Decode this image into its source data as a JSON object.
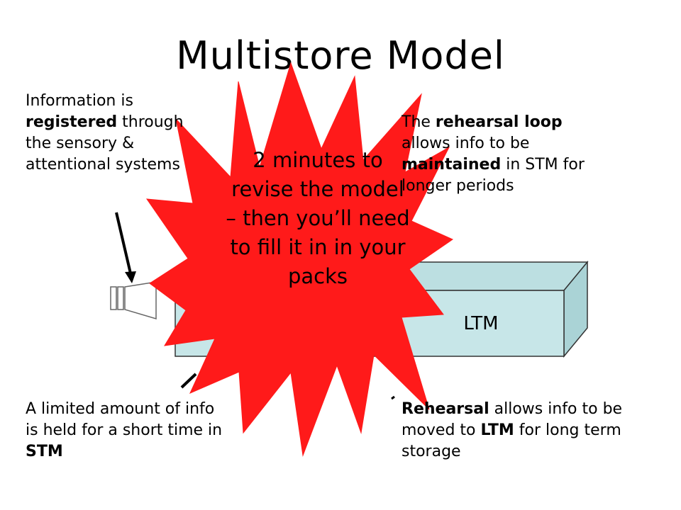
{
  "slide": {
    "title": "Multistore Model"
  },
  "diagram": {
    "ltm_label": "LTM"
  },
  "notes": {
    "top_left": {
      "t1": "Information is",
      "b1": "registered",
      "t2": "through the sensory & attentional systems"
    },
    "top_right": {
      "t1": "The",
      "b1": "rehearsal loop",
      "t2": "allows info to be",
      "b2": "maintained",
      "t3": "in STM for longer periods"
    },
    "bottom_left": {
      "t1": "A limited amount of info is held for a short time in",
      "b1": "STM"
    },
    "bottom_right": {
      "b1": "Rehearsal",
      "t1": "allows info to be moved  to",
      "b2": "LTM",
      "t2": "for long term storage"
    }
  },
  "burst": {
    "text": "2 minutes to revise the model – then you’ll need to fill it in in your packs"
  },
  "colors": {
    "burst": "#ff1a1a",
    "box_face": "#c7e6e8",
    "box_side": "#aad3d6",
    "box_top": "#bcdfe1",
    "stroke": "#333333"
  }
}
